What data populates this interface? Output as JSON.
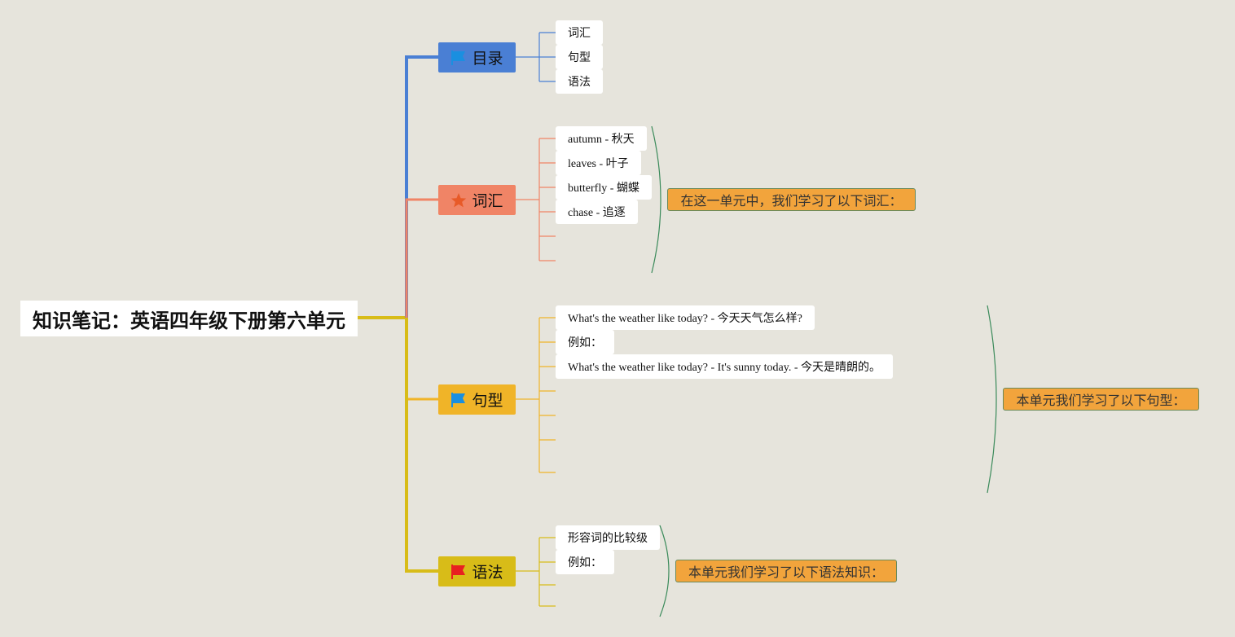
{
  "root": {
    "title": "知识笔记：英语四年级下册第六单元"
  },
  "branches": [
    {
      "label": "目录",
      "color": "#4a7fd4",
      "icon": "blue-flag-icon",
      "leaves": [
        "词汇",
        "句型",
        "语法"
      ]
    },
    {
      "label": "词汇",
      "color": "#f08466",
      "icon": "orange-star-icon",
      "leaves": [
        "autumn - 秋天",
        "leaves - 叶子",
        "butterfly - 蝴蝶",
        "chase - 追逐"
      ],
      "summary": "在这一单元中，我们学习了以下词汇："
    },
    {
      "label": "句型",
      "color": "#f0b428",
      "icon": "blue-flag-icon",
      "leaves": [
        "What's the weather like today? - 今天天气怎么样?",
        "例如：",
        "What's the weather like today? - It's sunny today. - 今天是晴朗的。"
      ],
      "summary": "本单元我们学习了以下句型："
    },
    {
      "label": "语法",
      "color": "#d8bc18",
      "icon": "red-flag-icon",
      "leaves": [
        "形容词的比较级",
        "例如："
      ],
      "summary": "本单元我们学习了以下语法知识："
    }
  ],
  "colors": {
    "background": "#e6e4dc",
    "summary_fill": "#f2a43c",
    "bracket": "#3a8a5a",
    "flag_blue": "#1a8fe0",
    "flag_red": "#e82020",
    "star_orange": "#e85a28"
  }
}
